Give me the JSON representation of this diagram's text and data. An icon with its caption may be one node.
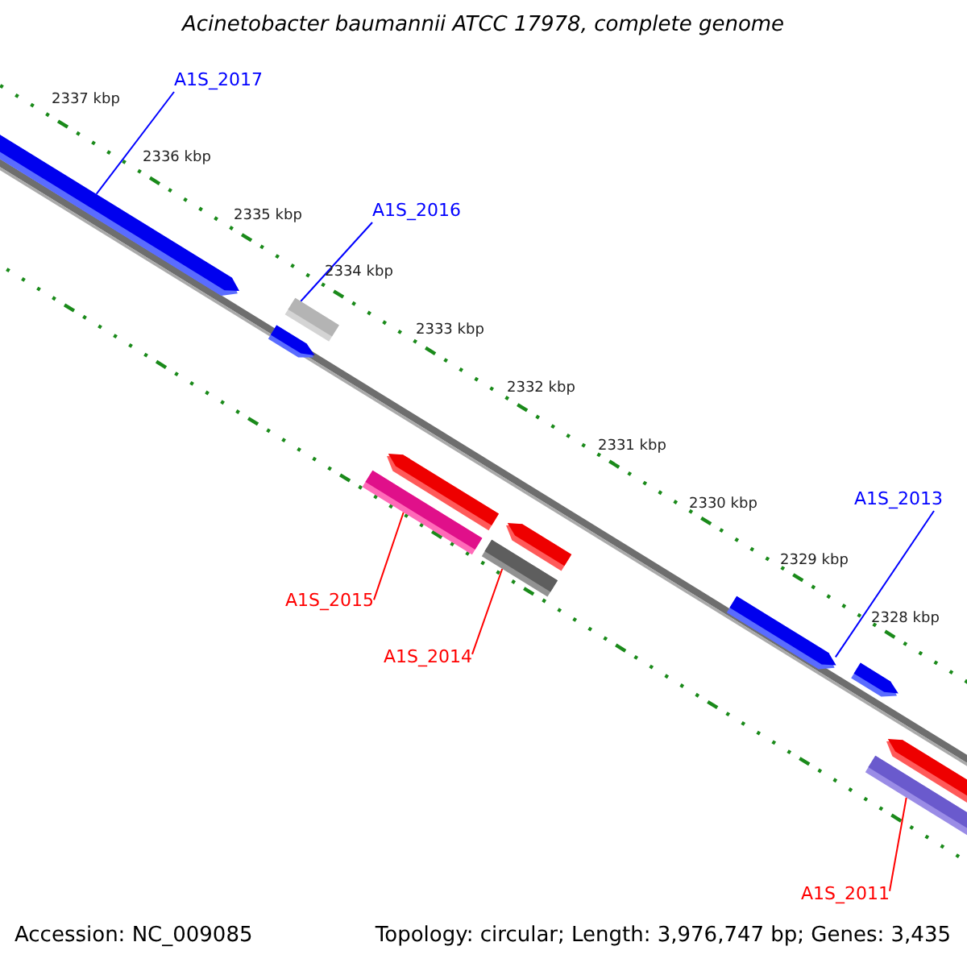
{
  "diagram": {
    "title": "Acinetobacter baumannii ATCC 17978, complete genome",
    "nodes": [
      {
        "text": [
          "A1S_2017"
        ]
      },
      {
        "text": [],
        "shape": "bar"
      },
      {
        "text": [
          "A1S_2016"
        ]
      },
      {
        "text": [],
        "shape": "bar"
      },
      {
        "text": [
          "A1S_2015"
        ]
      },
      {
        "text": [],
        "shape": "bar"
      },
      {
        "text": [
          "A1S_2014"
        ]
      },
      {
        "text": [],
        "shape": "bar"
      },
      {
        "text": [
          "A1S_2013"
        ]
      },
      {
        "text": [],
        "shape": "bar"
      },
      {
        "text": [
          "A1S_2011"
        ]
      },
      {
        "text": [],
        "shape": "bar"
      }
    ],
    "edges": [
      {
        "from": 0,
        "to": 1,
        "arrow": "none",
        "color": "#0000ff"
      },
      {
        "from": 2,
        "to": 3,
        "arrow": "none",
        "color": "#0000ff"
      },
      {
        "from": 4,
        "to": 5,
        "arrow": "none",
        "color": "#ff0000"
      },
      {
        "from": 6,
        "to": 7,
        "arrow": "none",
        "color": "#ff0000"
      },
      {
        "from": 8,
        "to": 9,
        "arrow": "none",
        "color": "#0000ff"
      },
      {
        "from": 10,
        "to": 11,
        "arrow": "none",
        "color": "#ff0000"
      }
    ],
    "labels": [
      "2337 kbp",
      "2336 kbp",
      "2335 kbp",
      "2334 kbp",
      "2333 kbp",
      "2332 kbp",
      "2331 kbp",
      "2330 kbp",
      "2329 kbp",
      "2328 kbp",
      "Accession: NC_009085",
      "Topology: circular; Length: 3,976,747 bp; Genes: 3,435"
    ]
  }
}
